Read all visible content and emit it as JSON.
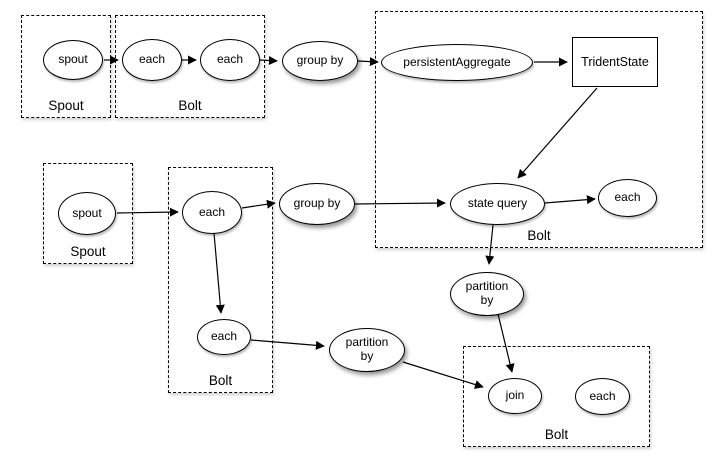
{
  "colors": {
    "stroke": "#000000",
    "node_fill": "#ffffff",
    "background": "#ffffff",
    "shadow": "#999999"
  },
  "containers": [
    {
      "label": "Spout"
    },
    {
      "label": "Bolt"
    },
    {
      "label": "Bolt"
    },
    {
      "label": "Spout"
    },
    {
      "label": "Bolt"
    },
    {
      "label": "Bolt"
    }
  ],
  "nodes": [
    {
      "label": "spout",
      "shape": "ellipse"
    },
    {
      "label": "each",
      "shape": "ellipse"
    },
    {
      "label": "each",
      "shape": "ellipse"
    },
    {
      "label": "group by",
      "shape": "ellipse"
    },
    {
      "label": "persistentAggregate",
      "shape": "ellipse"
    },
    {
      "label": "TridentState",
      "shape": "rect"
    },
    {
      "label": "state query",
      "shape": "ellipse"
    },
    {
      "label": "each",
      "shape": "ellipse"
    },
    {
      "label": "spout",
      "shape": "ellipse"
    },
    {
      "label": "each",
      "shape": "ellipse"
    },
    {
      "label": "group by",
      "shape": "ellipse"
    },
    {
      "label": "each",
      "shape": "ellipse"
    },
    {
      "label": "partition by",
      "shape": "ellipse"
    },
    {
      "label": "partition by",
      "shape": "ellipse"
    },
    {
      "label": "join",
      "shape": "ellipse"
    },
    {
      "label": "each",
      "shape": "ellipse"
    }
  ],
  "edges": [
    {
      "from": "spout (top)",
      "to": "each (top 1)"
    },
    {
      "from": "each (top 1)",
      "to": "each (top 2)"
    },
    {
      "from": "each (top 2)",
      "to": "group by (top)"
    },
    {
      "from": "group by (top)",
      "to": "persistentAggregate"
    },
    {
      "from": "persistentAggregate",
      "to": "TridentState"
    },
    {
      "from": "TridentState",
      "to": "state query"
    },
    {
      "from": "state query",
      "to": "each (right)"
    },
    {
      "from": "state query",
      "to": "partition by (upper)"
    },
    {
      "from": "partition by (upper)",
      "to": "join"
    },
    {
      "from": "spout (middle)",
      "to": "each (middle)"
    },
    {
      "from": "each (middle)",
      "to": "group by (middle)"
    },
    {
      "from": "group by (middle)",
      "to": "state query"
    },
    {
      "from": "each (middle)",
      "to": "each (lower)"
    },
    {
      "from": "each (lower)",
      "to": "partition by (lower)"
    },
    {
      "from": "partition by (lower)",
      "to": "join"
    }
  ]
}
